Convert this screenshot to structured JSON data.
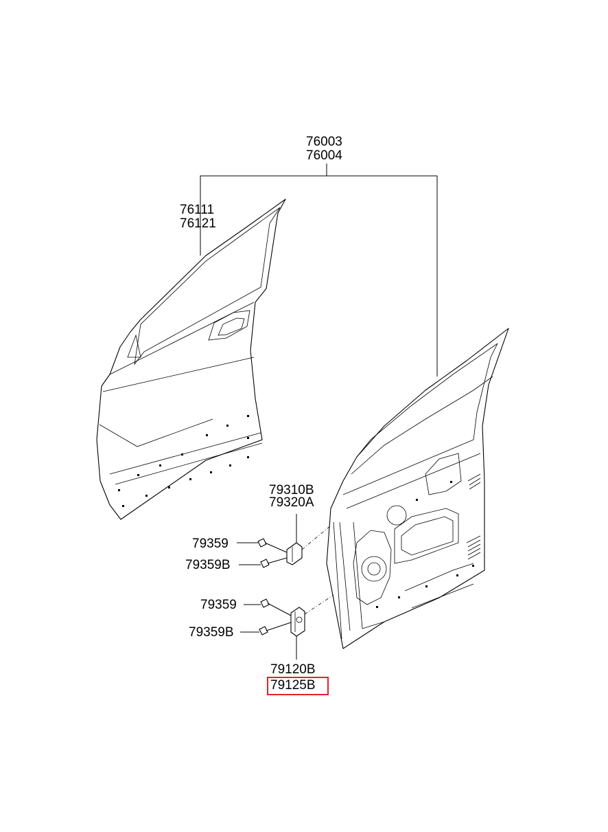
{
  "parts": {
    "assembly": [
      "76003",
      "76004"
    ],
    "outer_panel": [
      "76111",
      "76121"
    ],
    "upper_hinge": [
      "79310B",
      "79320A"
    ],
    "upper_bolt": "79359",
    "upper_bolt_b": "79359B",
    "lower_bolt": "79359",
    "lower_bolt_b": "79359B",
    "lower_hinge": [
      "79120B",
      "79125B"
    ]
  },
  "highlight_color": "#e8202a"
}
